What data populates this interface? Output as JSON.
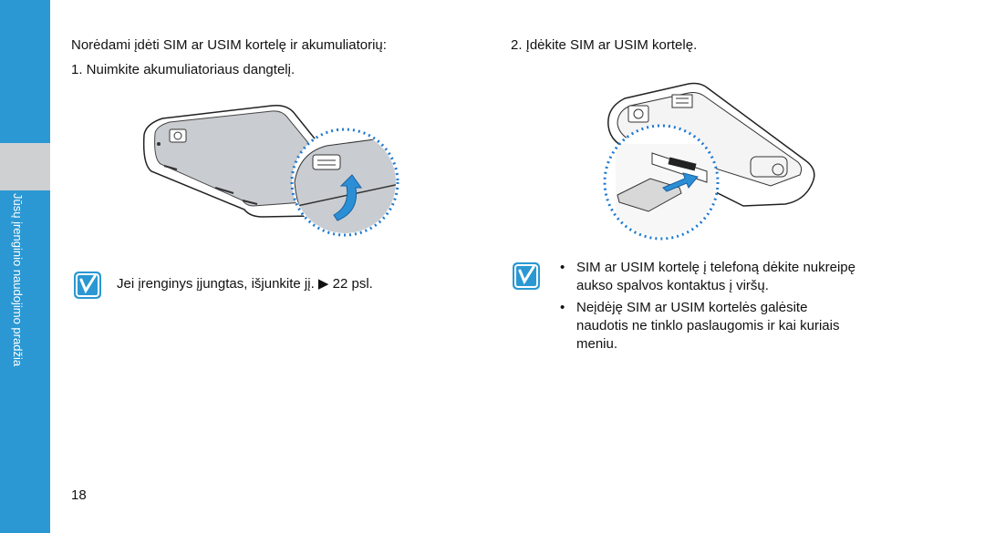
{
  "sidebar": {
    "section_title": "Jūsų įrenginio naudojimo pradžia",
    "color": "#2b98d3",
    "tab_color": "#cfd0d2"
  },
  "left_column": {
    "intro": "Norėdami įdėti SIM ar USIM kortelę ir akumuliatorių:",
    "step1": "1.  Nuimkite akumuliatoriaus dangtelį.",
    "note": "Jei įrenginys įjungtas, išjunkite jį. ▶ 22 psl."
  },
  "right_column": {
    "step2": "2.  Įdėkite SIM ar USIM kortelę.",
    "bullets": [
      {
        "lines": [
          "SIM ar USIM kortelę į telefoną dėkite nukreipę",
          "aukso spalvos kontaktus į viršų."
        ]
      },
      {
        "lines": [
          "Neįdėję SIM ar USIM kortelės galėsite",
          "naudotis ne tinklo paslaugomis ir kai kuriais",
          "meniu."
        ]
      }
    ]
  },
  "page_number": "18",
  "icons": {
    "note_icon": "note-pencil-icon",
    "illustration_left": "phone-back-cover-removal",
    "illustration_right": "sim-card-insertion"
  },
  "colors": {
    "accent": "#2b98d3",
    "dotted_circle": "#1f7ad1"
  }
}
